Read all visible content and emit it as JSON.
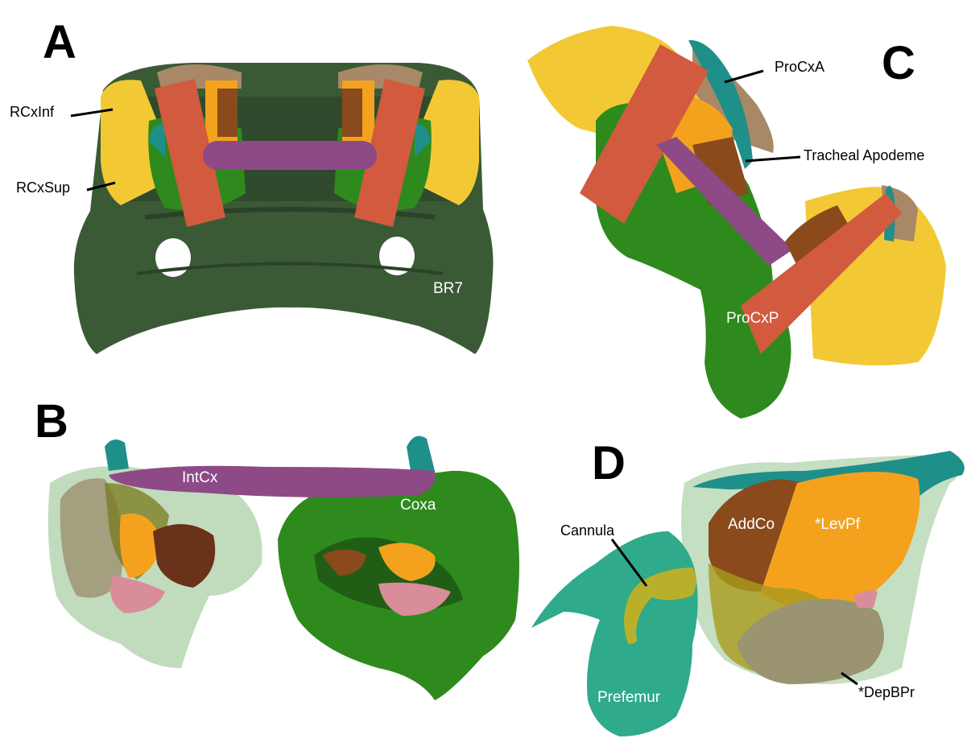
{
  "panels": {
    "a": {
      "letter": "A",
      "labels": {
        "rcxinf": "RCxInf",
        "rcxsup": "RCxSup",
        "br7": "BR7"
      }
    },
    "b": {
      "letter": "B",
      "labels": {
        "intcx": "IntCx",
        "coxa": "Coxa"
      }
    },
    "c": {
      "letter": "C",
      "labels": {
        "procxa": "ProCxA",
        "tracheal": "Tracheal Apodeme",
        "procxp": "ProCxP"
      }
    },
    "d": {
      "letter": "D",
      "labels": {
        "cannula": "Cannula",
        "addco": "AddCo",
        "levpf": "*LevPf",
        "prefemur": "Prefemur",
        "depbpr": "*DepBPr"
      }
    }
  },
  "colors": {
    "exoskeleton_dark": "#3a5a36",
    "coxa_green": "#2e8a1c",
    "muscle_red": "#d25a3e",
    "intcx_purple": "#8e4a86",
    "yellow_muscle": "#f2c935",
    "orange_muscle": "#f4a21e",
    "brown_muscle": "#8a4a1c",
    "tan": "#a88866",
    "teal_apodeme": "#1f8f8a",
    "pink": "#d98c9a",
    "prefemur_teal": "#2faa8a",
    "cannula_yellow": "#b8b02a",
    "translucent_green": "#9ec99a"
  }
}
